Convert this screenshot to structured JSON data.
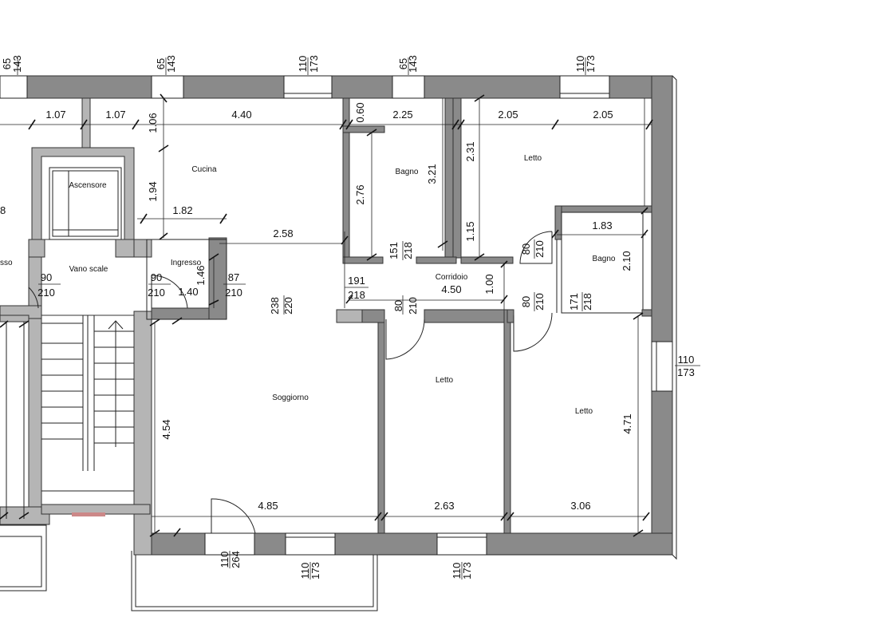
{
  "rooms": {
    "cucina": "Cucina",
    "ascensore": "Ascensore",
    "vano_scale": "Vano scale",
    "ingresso": "Ingresso",
    "ingresso_cut": "sso",
    "bagno1": "Bagno",
    "bagno2": "Bagno",
    "letto1": "Letto",
    "letto2": "Letto",
    "letto3": "Letto",
    "corridoio": "Corridoio",
    "soggiorno": "Soggiorno"
  },
  "dims": {
    "d_1_07a": "1.07",
    "d_1_07b": "1.07",
    "d_4_40": "4.40",
    "d_1_06": "1.06",
    "d_0_60": "0.60",
    "d_2_25": "2.25",
    "d_2_05a": "2.05",
    "d_2_05b": "2.05",
    "d_1_94": "1.94",
    "d_1_82": "1.82",
    "d_2_58": "2.58",
    "d_2_76": "2.76",
    "d_3_21": "3.21",
    "d_2_31": "2.31",
    "d_1_15": "1.15",
    "d_1_83": "1.83",
    "d_2_10": "2.10",
    "d_1_46": "1.46",
    "d_1_40": "1.40",
    "d_4_50": "4.50",
    "d_1_00": "1.00",
    "d_4_54": "4.54",
    "d_4_85": "4.85",
    "d_2_63": "2.63",
    "d_3_06": "3.06",
    "d_4_71": "4.71",
    "d_cut_8": "8"
  },
  "openings": {
    "w1_top": "65",
    "w1_bot": "143",
    "w2_top": "65",
    "w2_bot": "143",
    "w3_top": "110",
    "w3_bot": "173",
    "w4_top": "65",
    "w4_bot": "143",
    "w5_top": "110",
    "w5_bot": "173",
    "w6_top": "110",
    "w6_bot": "173",
    "w7_top": "110",
    "w7_bot": "264",
    "w8_top": "110",
    "w8_bot": "173",
    "w9_top": "110",
    "w9_bot": "173",
    "dA_top": "90",
    "dA_bot": "210",
    "dB_top": "90",
    "dB_bot": "210",
    "dC_top": "87",
    "dC_bot": "210",
    "dD_top": "238",
    "dD_bot": "220",
    "dE_top": "191",
    "dE_bot": "218",
    "dF_top": "151",
    "dF_bot": "218",
    "dG_top": "80",
    "dG_bot": "210",
    "dH_top": "80",
    "dH_bot": "210",
    "dI_top": "80",
    "dI_bot": "210",
    "dJ_top": "171",
    "dJ_bot": "218"
  }
}
